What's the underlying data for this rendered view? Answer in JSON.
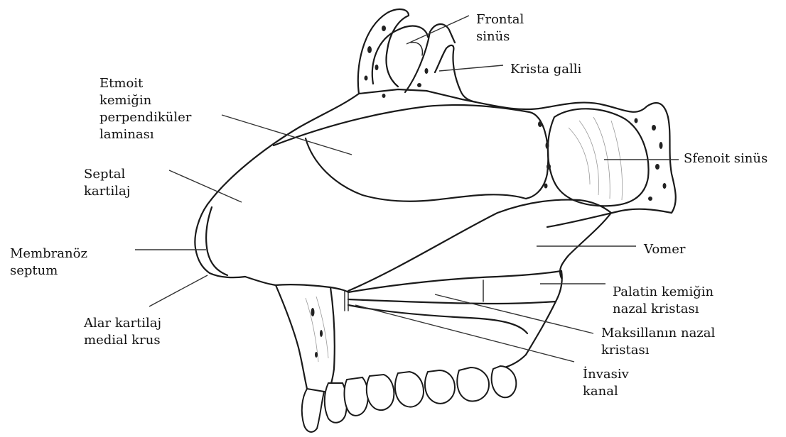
{
  "labels": {
    "frontal_sinus": [
      "Frontal",
      "sinüs"
    ],
    "crista_galli": [
      "Krista galli"
    ],
    "ethmoid_plate": [
      "Etmoit",
      "kemiğin",
      "perpendiküler",
      "laminası"
    ],
    "septal_cartilage": [
      "Septal",
      "kartilaj"
    ],
    "sphenoid_sinus": [
      "Sfenoit sinüs"
    ],
    "membranous_septum": [
      "Membranöz",
      "septum"
    ],
    "vomer": [
      "Vomer"
    ],
    "palatine_crest": [
      "Palatin kemiğin",
      "nazal kristası"
    ],
    "alar_cartilage": [
      "Alar kartilaj",
      "medial krus"
    ],
    "maxilla_crest": [
      "Maksillanın nazal",
      "kristası"
    ],
    "incisive_canal": [
      "İnvasiv",
      "kanal"
    ]
  }
}
